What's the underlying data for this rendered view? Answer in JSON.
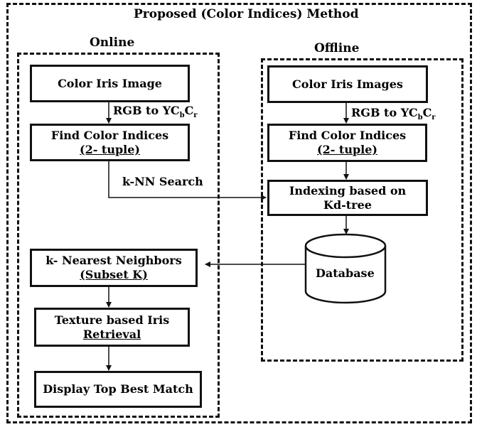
{
  "title": "Proposed (Color Indices) Method",
  "online": {
    "label": "Online",
    "box_iris": "Color Iris Image",
    "convert_label_main": "RGB to YC",
    "convert_label_sub1": "b",
    "convert_label_mid": "C",
    "convert_label_sub2": "r",
    "find_line1": "Find Color Indices",
    "find_line2": "(2- tuple)",
    "knn_line1": "k- Nearest Neighbors",
    "knn_line2": "(Subset K)",
    "texture_line1": "Texture based Iris",
    "texture_line2": "Retrieval",
    "display": "Display Top Best Match"
  },
  "offline": {
    "label": "Offline",
    "box_iris": "Color Iris Images",
    "convert_label_main": "RGB to YC",
    "convert_label_sub1": "b",
    "convert_label_mid": "C",
    "convert_label_sub2": "r",
    "find_line1": "Find Color Indices",
    "find_line2": "(2- tuple)",
    "index_line1": "Indexing based on",
    "index_line2": "Kd-tree",
    "database": "Database"
  },
  "search_label": "k-NN Search"
}
